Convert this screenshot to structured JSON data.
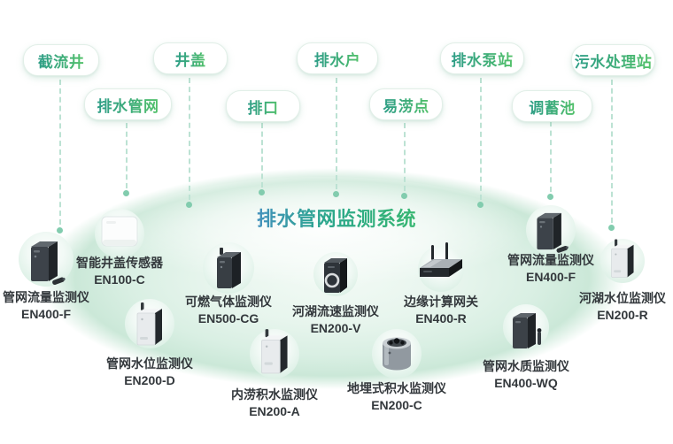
{
  "title": "排水管网监测系统",
  "tags": [
    {
      "label": "截流井"
    },
    {
      "label": "井盖"
    },
    {
      "label": "排水户"
    },
    {
      "label": "排水泵站"
    },
    {
      "label": "污水处理站"
    },
    {
      "label": "排水管网"
    },
    {
      "label": "排口"
    },
    {
      "label": "易涝点"
    },
    {
      "label": "调蓄池"
    }
  ],
  "devices": [
    {
      "name": "管网流量监测仪",
      "model": "EN400-F"
    },
    {
      "name": "智能井盖传感器",
      "model": "EN100-C"
    },
    {
      "name": "可燃气体监测仪",
      "model": "EN500-CG"
    },
    {
      "name": "管网水位监测仪",
      "model": "EN200-D"
    },
    {
      "name": "内涝积水监测仪",
      "model": "EN200-A"
    },
    {
      "name": "河湖流速监测仪",
      "model": "EN200-V"
    },
    {
      "name": "边缘计算网关",
      "model": "EN400-R"
    },
    {
      "name": "地埋式积水监测仪",
      "model": "EN200-C"
    },
    {
      "name": "管网流量监测仪",
      "model": "EN400-F"
    },
    {
      "name": "河湖水位监测仪",
      "model": "EN200-R"
    },
    {
      "name": "管网水质监测仪",
      "model": "EN400-WQ"
    }
  ],
  "colors": {
    "tag_text_gradient_start": "#2f9e87",
    "tag_text_gradient_end": "#54c26a",
    "title_gradient_start": "#4a8cc9",
    "title_gradient_end": "#3cba6d",
    "connector_dash": "#bce2d3",
    "connector_dot": "#82ccae",
    "ellipse_tint": "#d9efe3",
    "label_text": "#33383c"
  }
}
